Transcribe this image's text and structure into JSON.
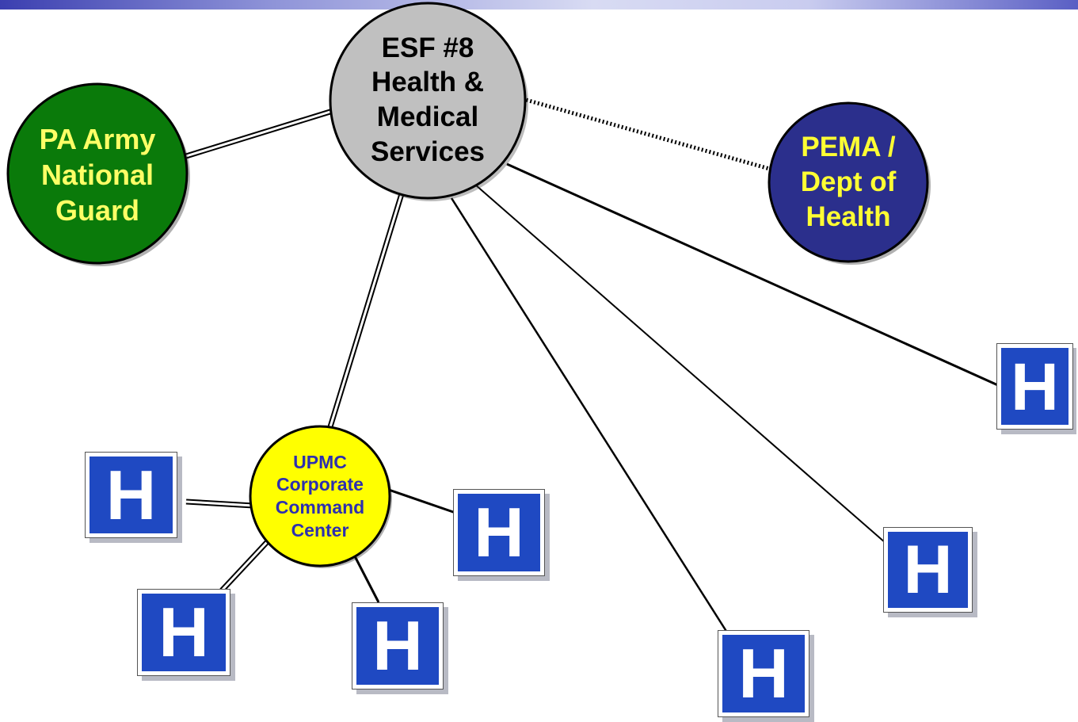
{
  "nodes": {
    "esf8": {
      "text": "ESF #8\nHealth &\nMedical\nServices"
    },
    "pa_guard": {
      "text": "PA Army\nNational\nGuard"
    },
    "pema": {
      "text": "PEMA /\nDept of\nHealth"
    },
    "upmc": {
      "text": "UPMC\nCorporate\nCommand\nCenter"
    }
  },
  "hospital_glyph": "H",
  "colors": {
    "esf8_fill": "#c0c0c0",
    "guard_fill": "#0a7a0a",
    "guard_text": "#ffff66",
    "pema_fill": "#2b2f8c",
    "pema_text": "#ffff33",
    "upmc_fill": "#ffff00",
    "upmc_text": "#2d2fb0",
    "hospital_blue": "#1f49c2"
  }
}
